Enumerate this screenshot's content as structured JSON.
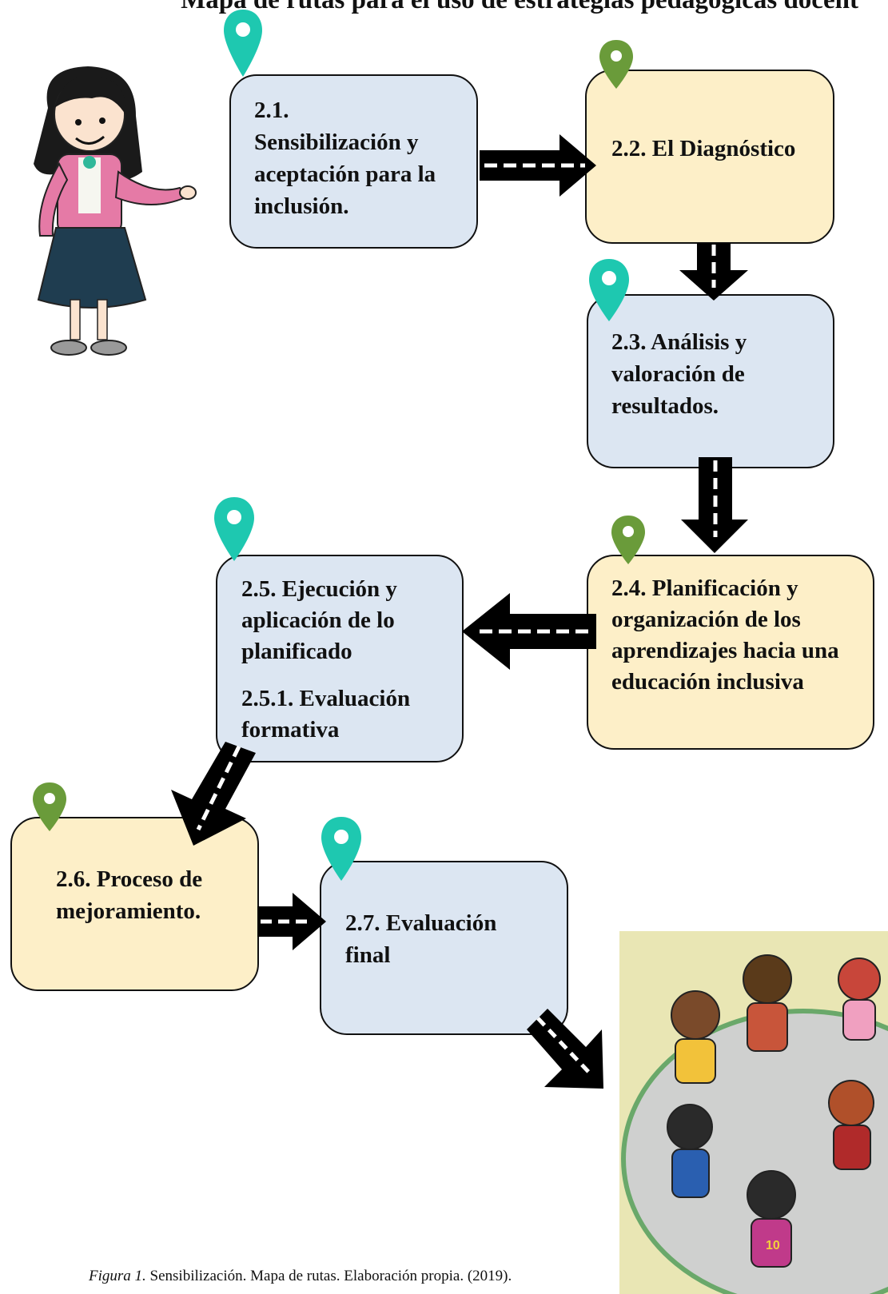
{
  "title": "Mapa de rutas para el uso de estrategias pedagógicas docent",
  "steps": {
    "s21": {
      "num": "2.1.",
      "text": "Sensibilización y aceptación para la inclusión."
    },
    "s22": {
      "text": "2.2. El Diagnóstico"
    },
    "s23": {
      "text": "2.3. Análisis y valoración de resultados."
    },
    "s24": {
      "text": "2.4. Planificación y organización de los aprendizajes hacia una educación inclusiva"
    },
    "s25": {
      "text": "2.5. Ejecución y aplicación de lo planificado",
      "sub": "2.5.1. Evaluación formativa"
    },
    "s26": {
      "text": "2.6. Proceso de mejoramiento."
    },
    "s27": {
      "text": "2.7. Evaluación final"
    }
  },
  "caption": {
    "label": "Figura 1.",
    "text": "Sensibilización. Mapa de rutas. Elaboración propia. (2019)."
  },
  "colors": {
    "blue_box": "#dce6f2",
    "yellow_box": "#fdefc8",
    "teal_pin": "#1ec8b0",
    "green_pin": "#6a9b3a",
    "arrow": "#000000"
  },
  "icons": [
    "map-pin-icon",
    "road-arrow-icon"
  ]
}
